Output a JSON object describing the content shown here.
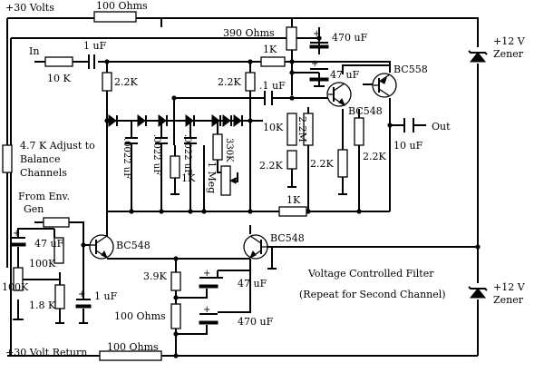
{
  "labels": {
    "supply_plus30": "+30 Volts",
    "r_100_top": "100 Ohms",
    "r_390": "390 Ohms",
    "c_470_top": "470 uF",
    "zener_top_volt": "+12 V",
    "zener_top_type": "Zener",
    "input": "In",
    "c_1u_in": "1 uF",
    "r_1k_top": "1K",
    "c_47_top": "47 uF",
    "q_bc558": "BC558",
    "r_10k_in": "10 K",
    "r_2k2_left": "2.2K",
    "r_2k2_mid": "2.2K",
    "c_p1u": ".1 uF",
    "q_bc548_top": "BC548",
    "r_10k_mid": "10K",
    "r_2m2": "2.2M",
    "output": "Out",
    "c_10u_out": "10 uF",
    "c_0022_a": ".0022 uF",
    "c_0022_b": ".0022 uF",
    "c_0022_c": ".0022 uF",
    "r_330k": "330K",
    "r_1k_ladder": "1K",
    "pot_1meg": "1 Meg",
    "r_2k2_b1": "2.2K",
    "r_2k2_b2": "2.2K",
    "r_2k2_b3": "2.2K",
    "r_1k_lower": "1K",
    "adjust_line1": "4.7 K Adjust to",
    "adjust_line2": "Balance",
    "adjust_line3": "Channels",
    "env_line1": "From Env.",
    "env_line2": "Gen",
    "c_47_left": "47 uF",
    "r_100k_a": "100K",
    "r_100k_b": "100K",
    "r_1k8": "1.8 K",
    "c_1u_left": "1 uF",
    "q_bc548_left": "BC548",
    "q_bc548_right": "BC548",
    "r_3k9": "3.9K",
    "c_47_bottom": "47 uF",
    "r_100_mid": "100 Ohms",
    "c_470_bottom": "470 uF",
    "title_line1": "Voltage Controlled Filter",
    "title_line2": "(Repeat for Second Channel)",
    "zener_bottom_volt": "+12 V",
    "zener_bottom_type": "Zener",
    "supply_return": "+30 Volt Return",
    "r_100_bottom": "100 Ohms"
  }
}
